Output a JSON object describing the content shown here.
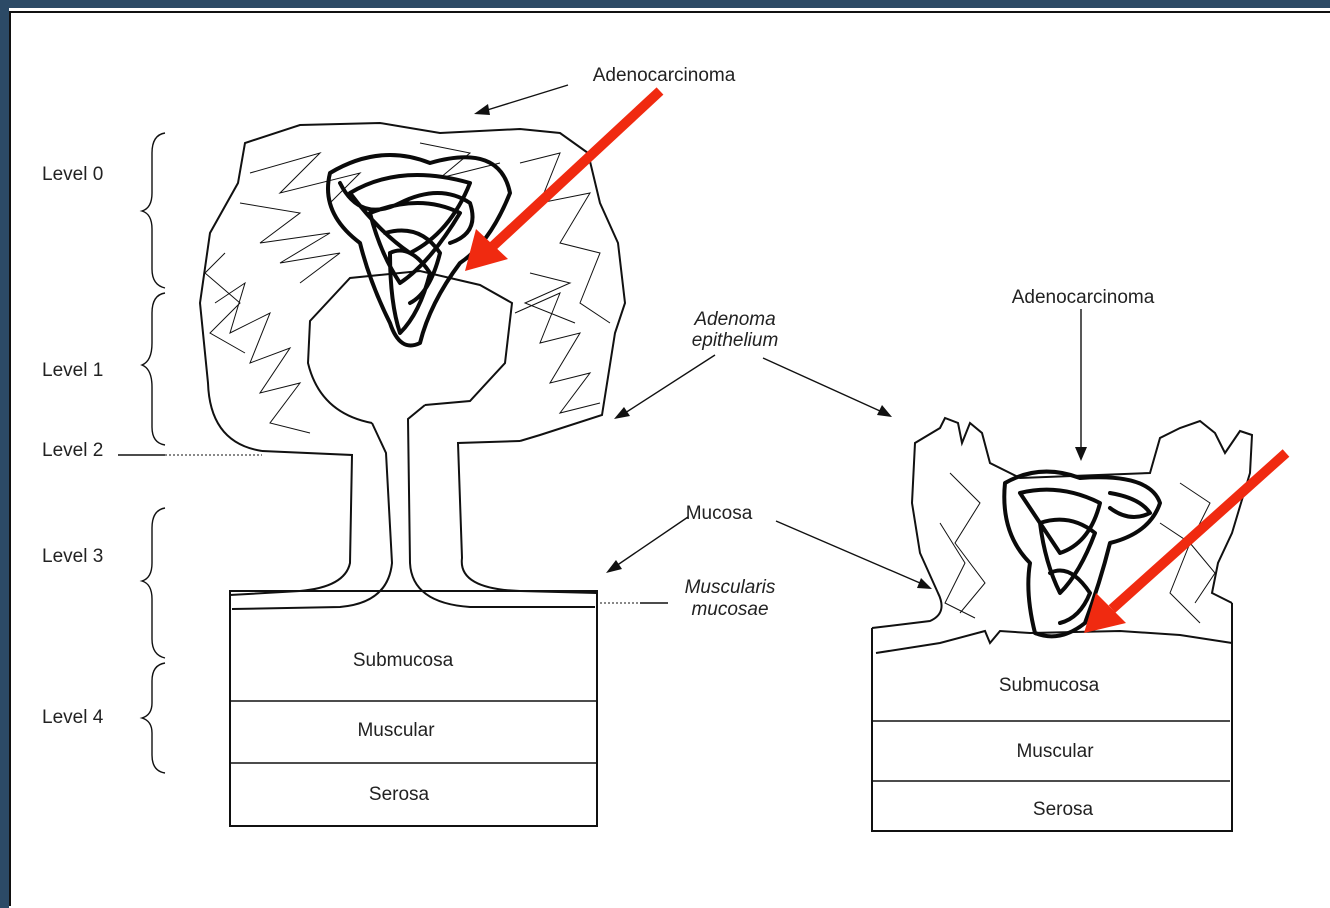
{
  "labels": {
    "adenocarcinoma_left": "Adenocarcinoma",
    "adenocarcinoma_right": "Adenocarcinoma",
    "adenoma_epithelium_line1": "Adenoma",
    "adenoma_epithelium_line2": "epithelium",
    "mucosa": "Mucosa",
    "muscularis_line1": "Muscularis",
    "muscularis_line2": "mucosae",
    "level0": "Level 0",
    "level1": "Level 1",
    "level2": "Level 2",
    "level3": "Level 3",
    "level4": "Level 4",
    "left_submucosa": "Submucosa",
    "left_muscular": "Muscular",
    "left_serosa": "Serosa",
    "right_submucosa": "Submucosa",
    "right_muscular": "Muscular",
    "right_serosa": "Serosa"
  },
  "colors": {
    "frame": "#2c4a66",
    "arrow_highlight": "#f02a10",
    "ink": "#111111"
  }
}
